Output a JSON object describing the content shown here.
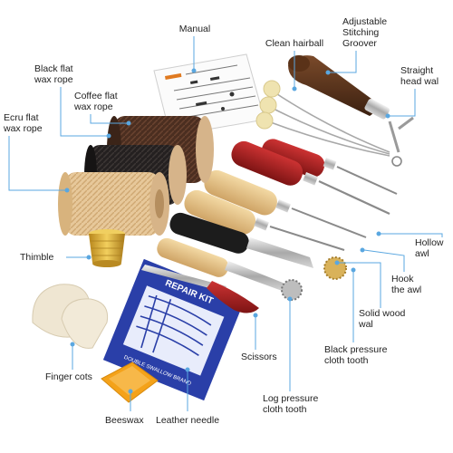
{
  "labels": {
    "manual": "Manual",
    "clean_hairball": "Clean hairball",
    "stitching_groover": "Adjustable\nStitching\nGroover",
    "straight_head_wal": "Straight\nhead wal",
    "black_flat_wax_rope": "Black flat\nwax rope",
    "coffee_flat_wax_rope": "Coffee flat\nwax rope",
    "ecru_flat_wax_rope": "Ecru flat\nwax rope",
    "thimble": "Thimble",
    "hollow_awl": "Hollow\nawl",
    "hook_the_awl": "Hook\nthe awl",
    "solid_wood_wal": "Solid wood\nwal",
    "black_pressure_cloth_tooth": "Black pressure\ncloth tooth",
    "scissors": "Scissors",
    "log_pressure_cloth_tooth": "Log pressure\ncloth tooth",
    "finger_cots": "Finger cots",
    "beeswax": "Beeswax",
    "leather_needle": "Leather needle"
  },
  "package": {
    "repair_kit": "REPAIR KIT",
    "brand": "DOUBLE SWALLOW BRAND"
  },
  "colors": {
    "leader_line": "#5aa7e0",
    "ecru_thread": "#e7c89a",
    "black_thread": "#2a2522",
    "coffee_thread": "#4b2e20",
    "red_handle": "#a51f1f",
    "wood_handle": "#e6c58b",
    "package_blue": "#2a3fa8",
    "beeswax": "#f4a21a",
    "thimble_gold": "#d4a52a"
  }
}
